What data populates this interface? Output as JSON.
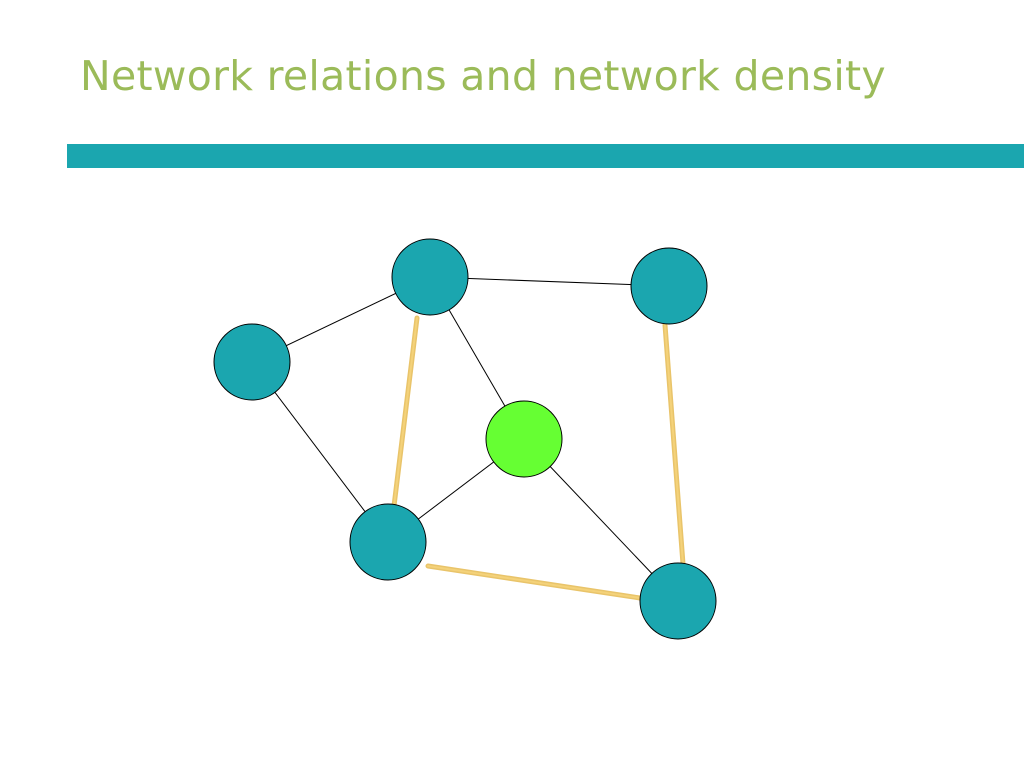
{
  "slide": {
    "title": "Network relations and network density"
  },
  "colors": {
    "title": "#9BBB59",
    "rule": "#1BA6AF",
    "node": "#1BA6AF",
    "focal_node": "#66FF33",
    "node_stroke": "#000000",
    "edge": "#000000",
    "highlight_edge": "#E9C46A",
    "highlight_edge_core": "#F4D27A"
  },
  "diagram": {
    "nodes": [
      {
        "id": "top-center",
        "role": "peer"
      },
      {
        "id": "top-right",
        "role": "peer"
      },
      {
        "id": "left",
        "role": "peer"
      },
      {
        "id": "center",
        "role": "focal"
      },
      {
        "id": "bottom-left",
        "role": "peer"
      },
      {
        "id": "bottom-right",
        "role": "peer"
      }
    ],
    "edges": [
      {
        "from": "left",
        "to": "top-center",
        "highlighted": false
      },
      {
        "from": "top-center",
        "to": "top-right",
        "highlighted": false
      },
      {
        "from": "top-center",
        "to": "center",
        "highlighted": false
      },
      {
        "from": "left",
        "to": "bottom-left",
        "highlighted": false
      },
      {
        "from": "bottom-left",
        "to": "center",
        "highlighted": false
      },
      {
        "from": "center",
        "to": "bottom-right",
        "highlighted": false
      },
      {
        "from": "top-center",
        "to": "bottom-left",
        "highlighted": true
      },
      {
        "from": "bottom-left",
        "to": "bottom-right",
        "highlighted": true
      },
      {
        "from": "top-right",
        "to": "bottom-right",
        "highlighted": true
      }
    ]
  }
}
